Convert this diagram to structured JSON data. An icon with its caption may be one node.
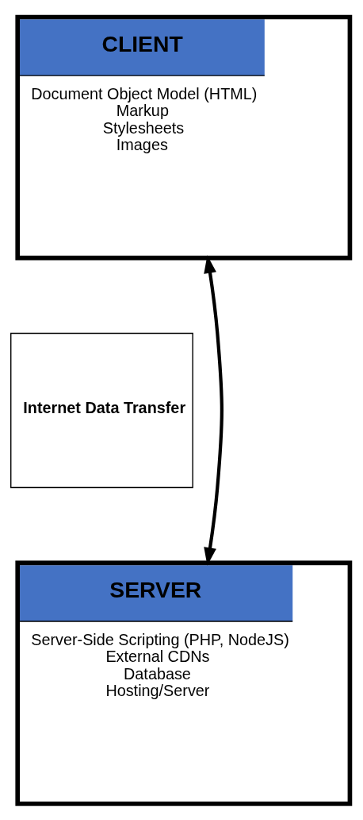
{
  "diagram": {
    "nodes": [
      {
        "text": [
          "CLIENT",
          "Document Object Model (HTML)",
          "Markup",
          "Stylesheets",
          "Images"
        ]
      },
      {
        "text": [
          "Internet Data Transfer"
        ]
      },
      {
        "text": [
          "SERVER",
          "Server-Side Scripting (PHP, NodeJS)",
          "External CDNs",
          "Database",
          "Hosting/Server"
        ]
      }
    ],
    "edges": [
      {
        "from": 0,
        "to": 2,
        "arrow": "both"
      }
    ]
  }
}
